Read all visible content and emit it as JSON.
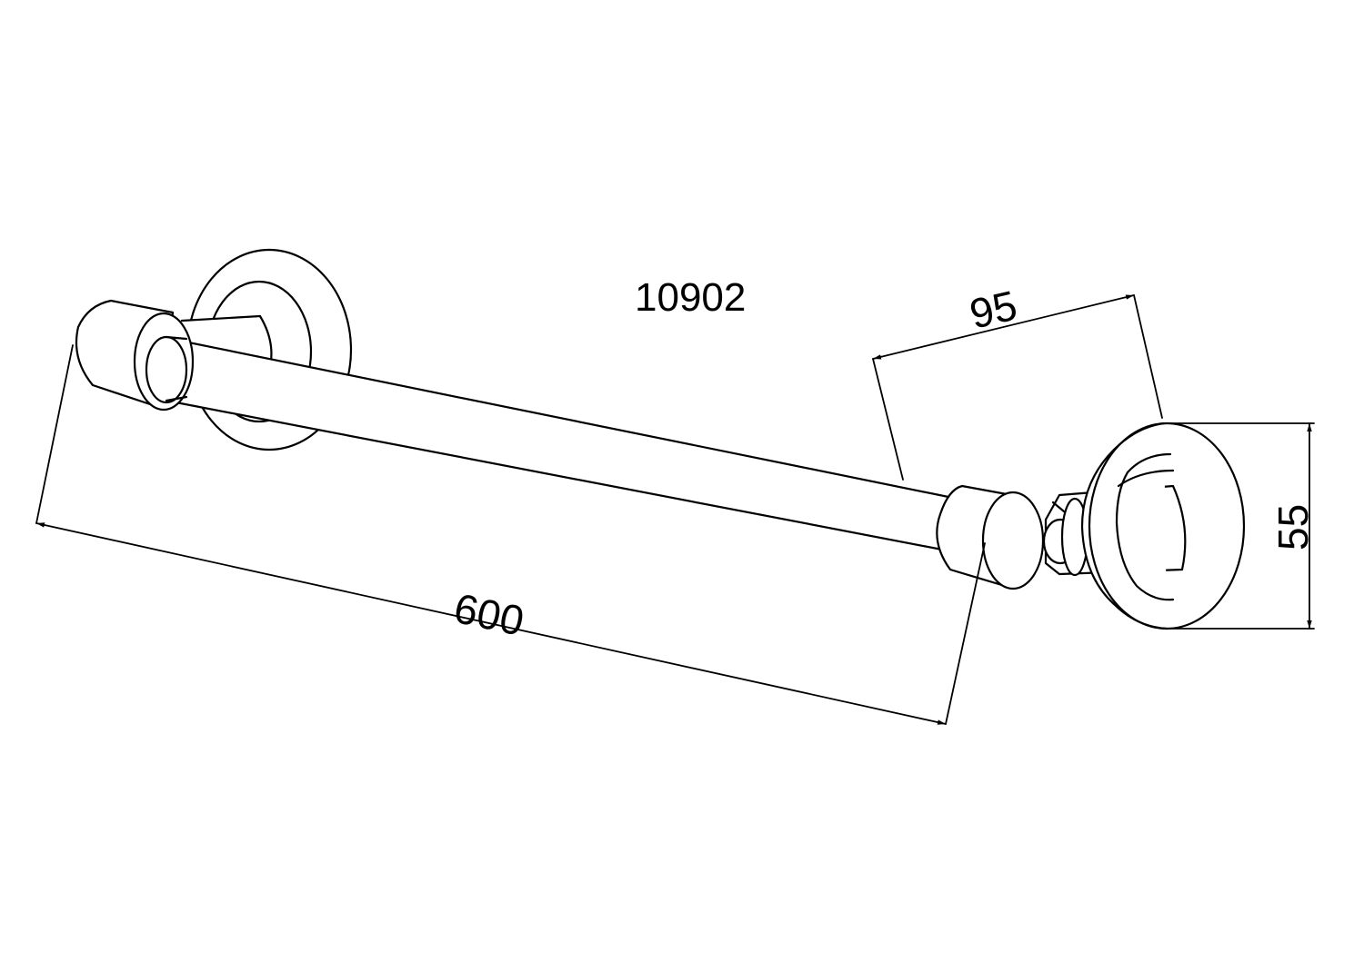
{
  "drawing": {
    "model_number": "10902",
    "dimensions": {
      "length": "600",
      "projection": "95",
      "rose_diameter": "55"
    }
  },
  "colors": {
    "line": "#000000",
    "background": "#ffffff"
  }
}
